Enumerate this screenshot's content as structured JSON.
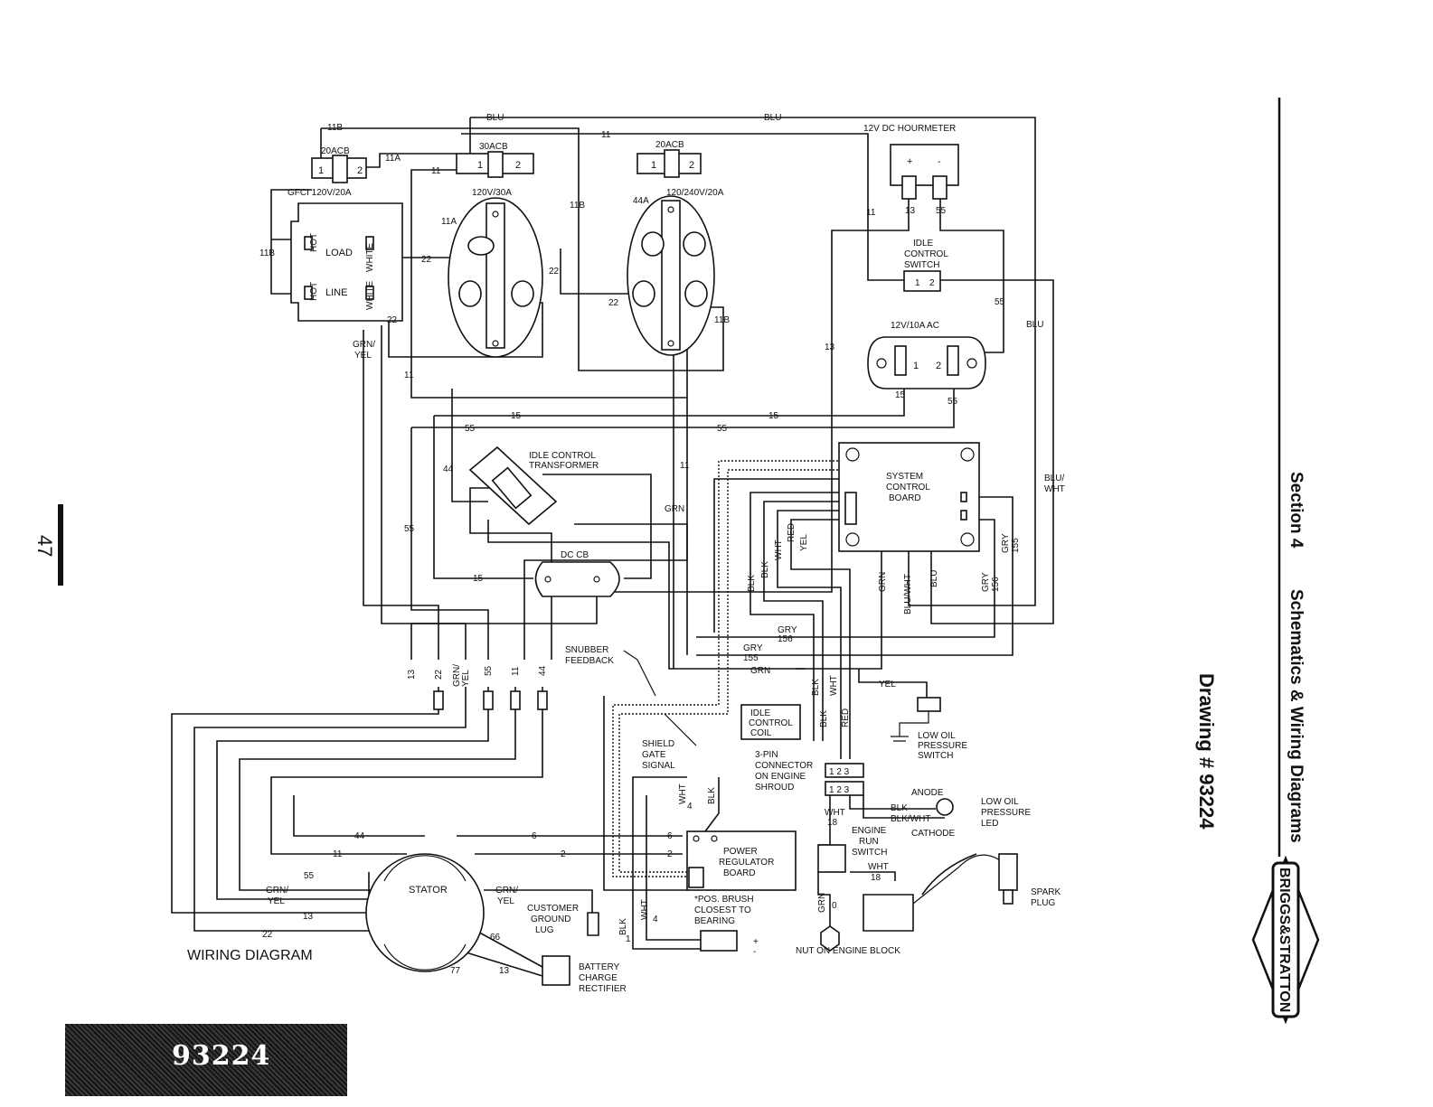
{
  "page_number": "47",
  "footer_code": "93224",
  "sidebar": {
    "section": "Section 4",
    "section_title": "Schematics & Wiring Diagrams",
    "drawing": "Drawing # 93224",
    "logo_text": "BRIGGS&STRATTON"
  },
  "diagram_title": "WIRING DIAGRAM",
  "components": {
    "gfci_cb": "20ACB",
    "gfci": "GFCI 120V/20A",
    "load": "LOAD",
    "line": "LINE",
    "hot": "HOT",
    "white": "WHITE",
    "cb30": "30ACB",
    "recept30": "120V/30A",
    "cb20": "20ACB",
    "recept20": "120/240V/20A",
    "hourmeter": "12V DC HOURMETER",
    "idle_switch": [
      "IDLE",
      "CONTROL",
      "SWITCH"
    ],
    "ac_recept": "12V/10A AC",
    "idle_transformer": [
      "IDLE CONTROL",
      "TRANSFORMER"
    ],
    "dc_cb": "DC CB",
    "system_board": [
      "SYSTEM",
      "CONTROL",
      "BOARD"
    ],
    "snubber": [
      "SNUBBER",
      "FEEDBACK"
    ],
    "idle_coil": [
      "IDLE",
      "CONTROL",
      "COIL"
    ],
    "low_oil_switch": [
      "LOW OIL",
      "PRESSURE",
      "SWITCH"
    ],
    "shield": [
      "SHIELD",
      "GATE",
      "SIGNAL"
    ],
    "connector": [
      "3-PIN",
      "CONNECTOR",
      "ON ENGINE",
      "SHROUD"
    ],
    "anode": "ANODE",
    "cathode": "CATHODE",
    "led": [
      "LOW OIL",
      "PRESSURE",
      "LED"
    ],
    "engine_run": [
      "ENGINE",
      "RUN",
      "SWITCH"
    ],
    "power_board": [
      "POWER",
      "REGULATOR",
      "BOARD"
    ],
    "brush_note": [
      "*POS. BRUSH",
      "CLOSEST TO",
      "BEARING"
    ],
    "stator": "STATOR",
    "ground_lug": [
      "CUSTOMER",
      "GROUND",
      "LUG"
    ],
    "rectifier": [
      "BATTERY",
      "CHARGE",
      "RECTIFIER"
    ],
    "spark_plug": [
      "SPARK",
      "PLUG"
    ],
    "nut": "NUT ON ENGINE BLOCK"
  },
  "wire_labels": {
    "blu": "BLU",
    "grn": "GRN",
    "gry": "GRY",
    "yel": "YEL",
    "red": "RED",
    "blk": "BLK",
    "wht": "WHT",
    "blk_wht": "BLK/WHT",
    "blu_wht": "BLU/WHT",
    "grn_yel": "GRN/YEL",
    "blu_wht_split": [
      "BLU/",
      "WHT"
    ],
    "grn_yel_split": [
      "GRN/",
      "YEL"
    ],
    "w11": "11",
    "w11a": "11A",
    "w11b": "11B",
    "w13": "13",
    "w15": "15",
    "w18": "18",
    "w22": "22",
    "w44": "44",
    "w44a": "44A",
    "w55": "55",
    "w155": "155",
    "w156": "156",
    "w66": "66",
    "w77": "77",
    "w0": "0",
    "w2": "2",
    "w4": "4",
    "w6": "6",
    "w1": "1",
    "plus": "+",
    "minus": "-"
  }
}
